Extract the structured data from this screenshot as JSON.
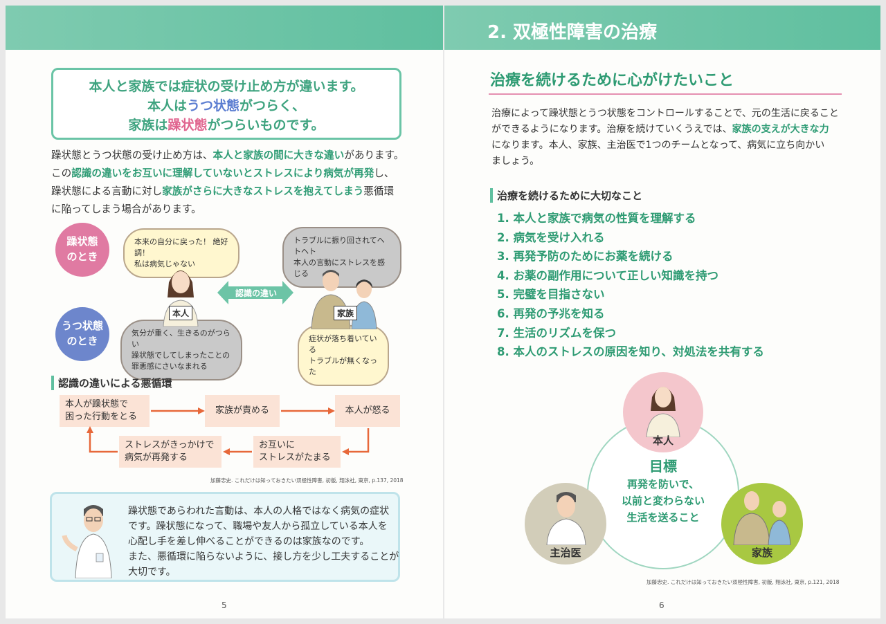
{
  "left": {
    "callout": {
      "line1": "本人と家族では症状の受け止め方が違います。",
      "line2_a": "本人は",
      "line2_b": "うつ状態",
      "line2_c": "がつらく、",
      "line3_a": "家族は",
      "line3_b": "躁状態",
      "line3_c": "がつらいものです。"
    },
    "intro": {
      "l1_a": "躁状態とうつ状態の受け止め方は、",
      "l1_b": "本人と家族の間に大きな違い",
      "l1_c": "があります。",
      "l2_a": "この",
      "l2_b": "認識の違いをお互いに理解していないとストレスにより病気が再発",
      "l2_c": "し、",
      "l3_a": "躁状態による言動に対し",
      "l3_b": "家族がさらに大きなストレスを抱えてしまう",
      "l3_c": "悪循環",
      "l4": "に陥ってしまう場合があります。"
    },
    "illustration": {
      "manic_label_1": "躁状態",
      "manic_label_2": "のとき",
      "depressive_label_1": "うつ状態",
      "depressive_label_2": "のとき",
      "self_manic_1": "本来の自分に戻った！ 絶好調！",
      "self_manic_2": "私は病気じゃない",
      "family_manic_1": "トラブルに振り回されてヘトヘト",
      "family_manic_2": "本人の言動にストレスを感じる",
      "self_dep_1": "気分が重く、生きるのがつらい",
      "self_dep_2": "躁状態でしてしまったことの",
      "self_dep_3": "罪悪感にさいなまれる",
      "family_dep_1": "症状が落ち着いている",
      "family_dep_2": "トラブルが無くなった",
      "gap_label": "認識の違い",
      "self_tag": "本人",
      "family_tag": "家族"
    },
    "cycle": {
      "heading": "認識の違いによる悪循環",
      "box1_a": "本人が躁状態で",
      "box1_b": "困った行動をとる",
      "box2": "家族が責める",
      "box3": "本人が怒る",
      "box4_a": "お互いに",
      "box4_b": "ストレスがたまる",
      "box5_a": "ストレスがきっかけで",
      "box5_b": "病気が再発する",
      "citation": "加藤忠史. これだけは知っておきたい双極性障害, 初版, 翔泳社, 東京, p.137, 2018"
    },
    "doctor_note": {
      "l1": "躁状態であらわれた言動は、本人の人格ではなく病気の症状",
      "l2": "です。躁状態になって、職場や友人から孤立している本人を",
      "l3": "心配し手を差し伸べることができるのは家族なのです。",
      "l4": "また、悪循環に陥らないように、接し方を少し工夫することが",
      "l5": "大切です。"
    },
    "page_number": "5"
  },
  "right": {
    "section_title": "2. 双極性障害の治療",
    "title": "治療を続けるために心がけたいこと",
    "intro": {
      "l1": "治療によって躁状態とうつ状態をコントロールすることで、元の生活に戻ること",
      "l2_a": "ができるようになります。治療を続けていくうえでは、",
      "l2_b": "家族の支えが大きな力",
      "l3": "になります。本人、家族、主治医で1つのチームとなって、病気に立ち向かい",
      "l4": "ましょう。"
    },
    "list_heading": "治療を続けるために大切なこと",
    "list": [
      "1. 本人と家族で病気の性質を理解する",
      "2. 病気を受け入れる",
      "3. 再発予防のためにお薬を続ける",
      "4. お薬の副作用について正しい知識を持つ",
      "5. 完璧を目指さない",
      "6. 再発の予兆を知る",
      "7. 生活のリズムを保つ",
      "8. 本人のストレスの原因を知り、対処法を共有する"
    ],
    "goal": {
      "heading": "目標",
      "l1": "再発を防いで、",
      "l2": "以前と変わらない",
      "l3": "生活を送ること"
    },
    "team": {
      "self": "本人",
      "doctor": "主治医",
      "family": "家族"
    },
    "citation": "加藤忠史. これだけは知っておきたい双極性障害, 初版, 翔泳社, 東京, p.121, 2018",
    "page_number": "6"
  },
  "colors": {
    "band": "#5fbf9f",
    "green_text": "#2e9b73",
    "pink": "#e0658f",
    "blue": "#5b7dd1",
    "flow_box": "#fbe3d6",
    "flow_arrow": "#e7683a"
  }
}
